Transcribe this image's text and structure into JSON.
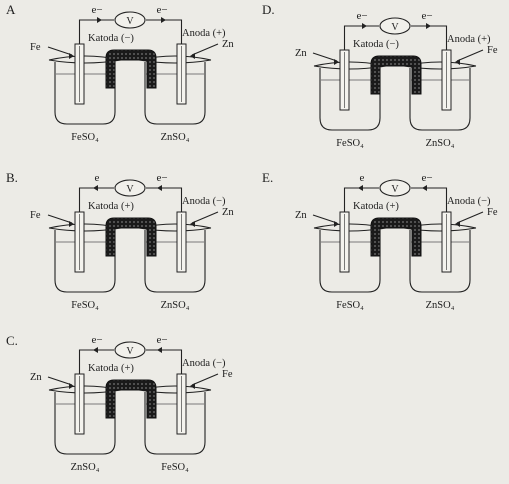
{
  "panels": [
    {
      "letter": "A",
      "electron_left": "e−",
      "electron_right": "e−",
      "voltmeter": "V",
      "left_metal": "Fe",
      "cathode_label": "Katoda (−)",
      "anode_label": "Anoda (+)",
      "right_metal": "Zn",
      "left_solution": "FeSO₄",
      "right_solution": "ZnSO₄",
      "left_arrow": "right",
      "right_arrow": "right"
    },
    {
      "letter": "B.",
      "electron_left": "e",
      "electron_right": "e−",
      "voltmeter": "V",
      "left_metal": "Fe",
      "cathode_label": "Katoda (+)",
      "anode_label": "Anoda (−)",
      "right_metal": "Zn",
      "left_solution": "FeSO₄",
      "right_solution": "ZnSO₄",
      "left_arrow": "left",
      "right_arrow": "left"
    },
    {
      "letter": "C.",
      "electron_left": "e−",
      "electron_right": "e−",
      "voltmeter": "V",
      "left_metal": "Zn",
      "cathode_label": "Katoda (+)",
      "anode_label": "Anoda (−)",
      "right_metal": "Fe",
      "left_solution": "ZnSO₄",
      "right_solution": "FeSO₄",
      "left_arrow": "left",
      "right_arrow": "left"
    },
    {
      "letter": "D.",
      "electron_left": "e−",
      "electron_right": "e−",
      "voltmeter": "V",
      "left_metal": "Zn",
      "cathode_label": "Katoda (−)",
      "anode_label": "Anoda (+)",
      "right_metal": "Fe",
      "left_solution": "FeSO₄",
      "right_solution": "ZnSO₄",
      "left_arrow": "right",
      "right_arrow": "right"
    },
    {
      "letter": "E.",
      "electron_left": "e",
      "electron_right": "e−",
      "voltmeter": "V",
      "left_metal": "Zn",
      "cathode_label": "Katoda (+)",
      "anode_label": "Anoda (−)",
      "right_metal": "Fe",
      "left_solution": "FeSO₄",
      "right_solution": "ZnSO₄",
      "left_arrow": "left",
      "right_arrow": "left"
    }
  ]
}
